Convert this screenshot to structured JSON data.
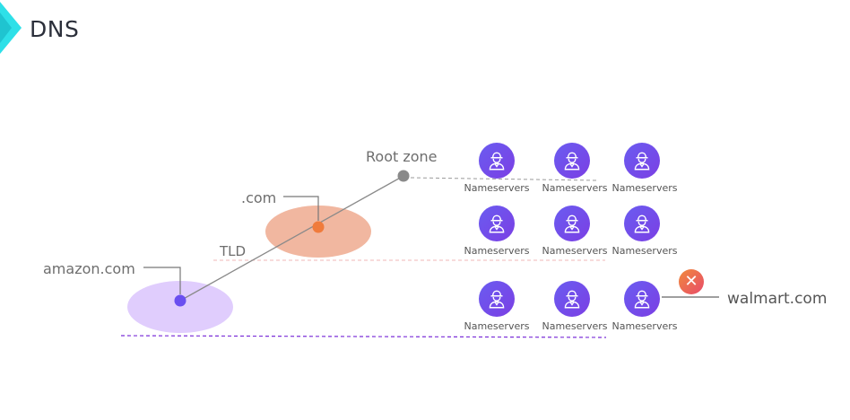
{
  "header": {
    "title": "DNS",
    "brand_color": "#2ee0e8"
  },
  "labels": {
    "root_zone": "Root zone",
    "com": ".com",
    "tld": "TLD",
    "amazon": "amazon.com",
    "walmart": "walmart.com"
  },
  "nameservers": {
    "label": "Nameservers",
    "icon": "agent-icon",
    "rows": [
      [
        "Nameservers",
        "Nameservers",
        "Nameservers"
      ],
      [
        "Nameservers",
        "Nameservers",
        "Nameservers"
      ],
      [
        "Nameservers",
        "Nameservers",
        "Nameservers"
      ]
    ]
  },
  "error_icon": "close-icon",
  "colors": {
    "amazon_zone": "#e0cdfd",
    "com_zone": "#f1b7a0",
    "root_dot": "#8a8a8a",
    "com_dot": "#f07b3c",
    "amazon_dot": "#6a4ff0",
    "dashed_tld": "#f0b7b7",
    "dashed_amazon": "#7b2fd8"
  }
}
